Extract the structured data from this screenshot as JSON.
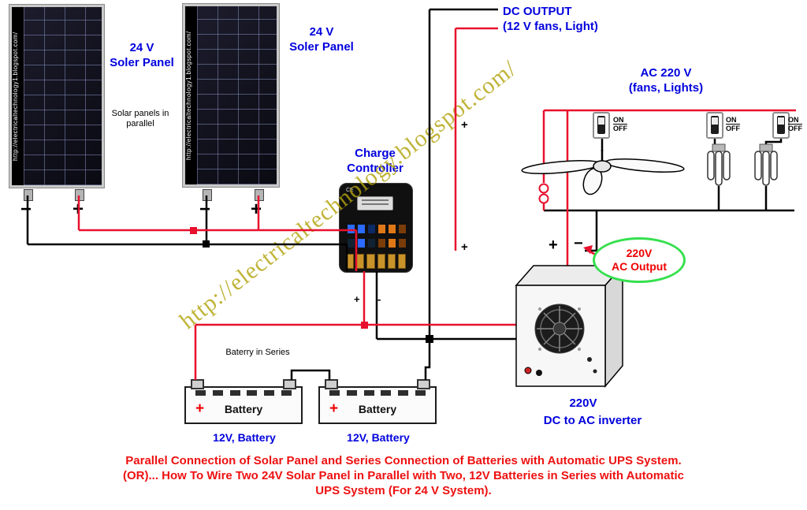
{
  "colors": {
    "label_blue": "#0000dd",
    "wire_red": "#e8112d",
    "wire_black": "#000000",
    "caption_red": "#ee1111",
    "watermark_yellow": "#b2a30e",
    "ellipse_green": "#35e04e",
    "battery_plus_red": "#ee0000"
  },
  "watermark": "http://electricaltechnology.blogspot.com/",
  "panel1": {
    "title": "24 V",
    "subtitle": "Soler Panel",
    "side_text": "http://electricaltechnology1.blogspot.com/",
    "minus": "−",
    "plus": "+"
  },
  "panel2": {
    "title": "24 V",
    "subtitle": "Soler Panel",
    "side_text": "http://electricaltechnology1.blogspot.com/",
    "minus": "−",
    "plus": "+"
  },
  "parallel_note": {
    "l1": "Solar panels in",
    "l2": "parallel"
  },
  "controller": {
    "label_l1": "Charge",
    "label_l2": "Controller",
    "out_plus": "+",
    "out_minus": "-"
  },
  "dc_output": {
    "l1": "DC OUTPUT",
    "l2": "(12 V fans, Light)",
    "plus_upper": "+",
    "plus_lower": "+"
  },
  "ac_label": {
    "l1": "AC 220 V",
    "l2": "(fans, Lights)"
  },
  "switch": {
    "on": "ON",
    "off": "OFF"
  },
  "ac_output_bubble": {
    "l1": "220V",
    "l2": "AC Output"
  },
  "inverter": {
    "plus": "+",
    "minus": "−",
    "label_l1": "220V",
    "label_l2": "DC to AC inverter"
  },
  "battery_note": "Baterry in Series",
  "battery1": {
    "plus": "+",
    "name": "Battery",
    "label": "12V, Battery"
  },
  "battery2": {
    "plus": "+",
    "name": "Battery",
    "label": "12V, Battery"
  },
  "caption": {
    "l1": "Parallel Connection of Solar Panel and Series Connection of Batteries with Automatic UPS System.",
    "l2": "(OR)... How To Wire Two 24V Solar Panel in Parallel with Two, 12V Batteries in Series with Automatic",
    "l3": "UPS System (For 24 V System)."
  }
}
